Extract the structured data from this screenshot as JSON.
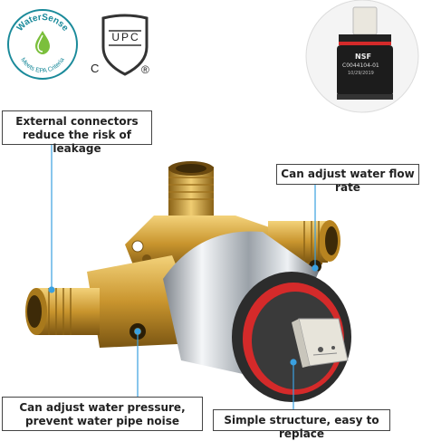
{
  "certifications": {
    "watersense": {
      "brand": "WaterSense",
      "subtitle": "Meets EPA Criteria",
      "color": "#1a8a9a"
    },
    "cupc": {
      "mark": "UPC",
      "prefix": "C",
      "registered": "®"
    }
  },
  "cartridge": {
    "brand": "NSF",
    "model": "C0044104-01",
    "date": "10/29/2019"
  },
  "callouts": {
    "connectors": "External connectors reduce the risk of leakage",
    "flow_rate": "Can adjust water flow rate",
    "pressure": "Can adjust water pressure, prevent water pipe noise",
    "structure": "Simple structure, easy to replace"
  },
  "colors": {
    "brass": "#c9952e",
    "chrome": "#d9dde2",
    "accent_red": "#d42a2a",
    "leader": "#3aa0e0"
  }
}
